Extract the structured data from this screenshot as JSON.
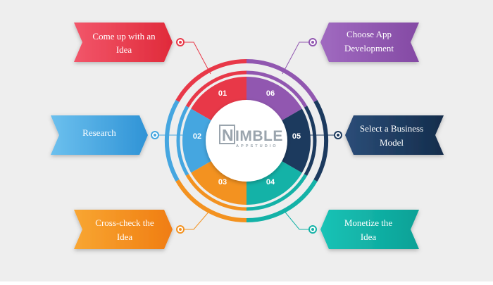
{
  "logo": {
    "mark": "N",
    "name": "IMBLE",
    "tagline": "APPSTUDIO"
  },
  "steps": [
    {
      "number": "01",
      "label_lines": [
        "Come up with an",
        "Idea"
      ],
      "color": "#e83848"
    },
    {
      "number": "02",
      "label_lines": [
        "Research"
      ],
      "color": "#45a6e0"
    },
    {
      "number": "03",
      "label_lines": [
        "Cross-check the",
        "Idea"
      ],
      "color": "#f39220"
    },
    {
      "number": "04",
      "label_lines": [
        "Monetize the",
        "Idea"
      ],
      "color": "#14b2a7"
    },
    {
      "number": "05",
      "label_lines": [
        "Select a Business",
        "Model"
      ],
      "color": "#1c3a5e"
    },
    {
      "number": "06",
      "label_lines": [
        "Choose App",
        "Development"
      ],
      "color": "#9157b0"
    }
  ]
}
